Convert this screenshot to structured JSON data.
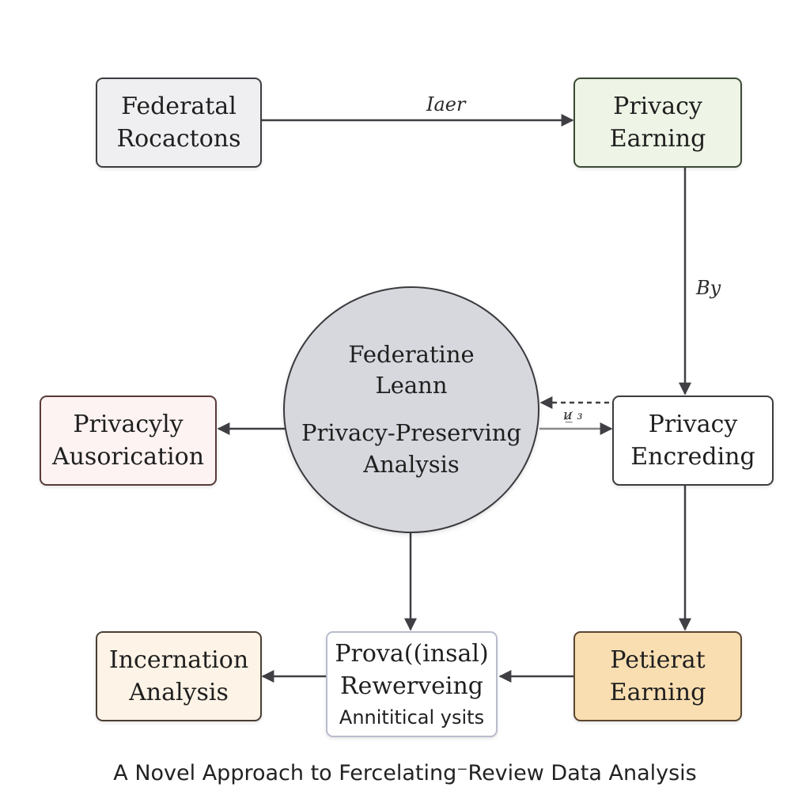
{
  "nodes": {
    "top_left": {
      "lines": [
        "Federatal",
        "Rocactons"
      ],
      "fill": "#efeff1"
    },
    "top_right": {
      "lines": [
        "Privacy",
        "Earning"
      ],
      "fill": "#eef4e6"
    },
    "center": {
      "lines": [
        "Federatine",
        "Leann"
      ],
      "lines2": [
        "Privacy-Preserving",
        "Analysis"
      ],
      "fill": "#d6d8de"
    },
    "mid_left": {
      "lines": [
        "Privacyly",
        "Ausorication"
      ],
      "fill": "#fdf3f2"
    },
    "mid_right": {
      "lines": [
        "Privacy",
        "Encreding"
      ],
      "fill": "#ffffff"
    },
    "bottom_left": {
      "lines": [
        "Incernation",
        "Analysis"
      ],
      "fill": "#fdf3e6"
    },
    "bottom_center": {
      "lines": [
        "Prova((insal)",
        "Rewerveing"
      ],
      "note": "Annititical ysits",
      "fill": "#ffffff"
    },
    "bottom_right": {
      "lines": [
        "Petierat",
        "Earning"
      ],
      "fill": "#f9deb1"
    }
  },
  "edge_labels": {
    "top": "Iaer",
    "right": "By",
    "middle": "u̷̲ ₃"
  },
  "caption": "A Novel Approach to Fercelating⁻Review Data Analysis",
  "colors": {
    "border": "#3c3c40",
    "arrow": "#3f3f44"
  }
}
